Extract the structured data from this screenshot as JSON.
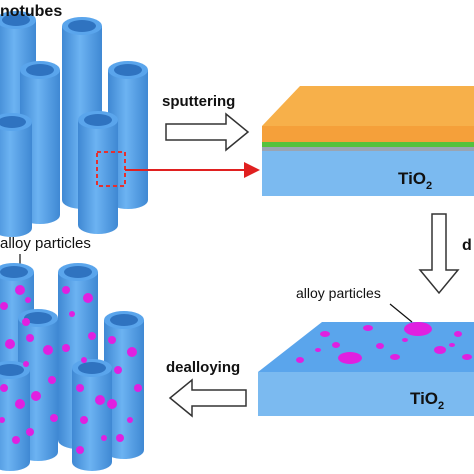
{
  "labels": {
    "top_left": "notubes",
    "sputtering": "sputtering",
    "tio2_top_main": "TiO",
    "tio2_top_sub": "2",
    "right_edge": "d",
    "bottom_left_caption": "alloy particles",
    "alloy_particles": "alloy particles",
    "dealloying": "dealloying",
    "tio2_bottom_main": "TiO",
    "tio2_bottom_sub": "2"
  },
  "colors": {
    "tube_fill": "#5aa5ec",
    "tube_dark": "#3f88d3",
    "tube_inner": "#2f73c0",
    "orange_layer": "#f5a03a",
    "green_layer": "#55c23d",
    "gray_layer": "#9aa4b2",
    "slab_top": "#5aa5ec",
    "slab_side": "#7bbaf0",
    "particle": "#e020e0",
    "zoom_box": "#e53030",
    "arrow_red": "#e02020"
  }
}
